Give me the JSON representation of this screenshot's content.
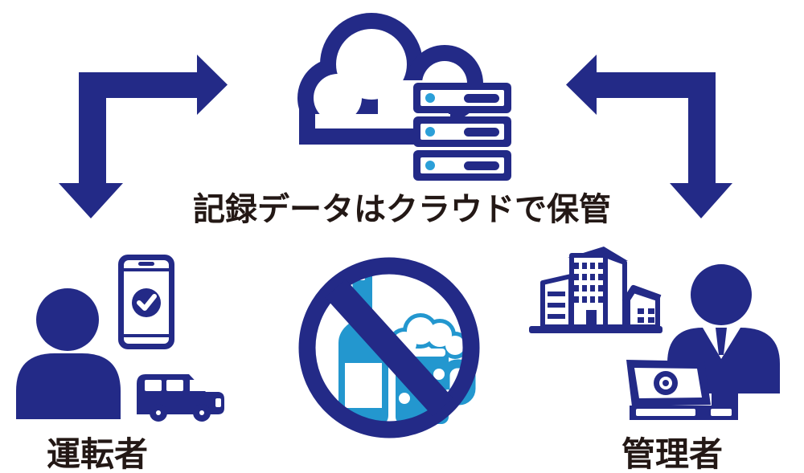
{
  "diagram": {
    "cloud_caption": "記録データはクラウドで保管",
    "driver": {
      "label": "運転者"
    },
    "admin": {
      "label": "管理者"
    },
    "icons": {
      "cloud": "cloud-icon",
      "servers": "server-stack-icon",
      "left_arrow": "arrow-driver-cloud-icon",
      "right_arrow": "arrow-admin-cloud-icon",
      "driver_person": "driver-person-icon",
      "smartphone": "smartphone-check-icon",
      "car": "car-icon",
      "no_alcohol": "no-alcohol-icon",
      "building": "office-building-icon",
      "admin_person": "admin-person-icon",
      "laptop": "laptop-icon"
    }
  },
  "colors": {
    "navy": "#232a87",
    "light_blue": "#2397cf",
    "accent_dot": "#2b9fd8",
    "text": "#231815",
    "background": "#ffffff"
  }
}
